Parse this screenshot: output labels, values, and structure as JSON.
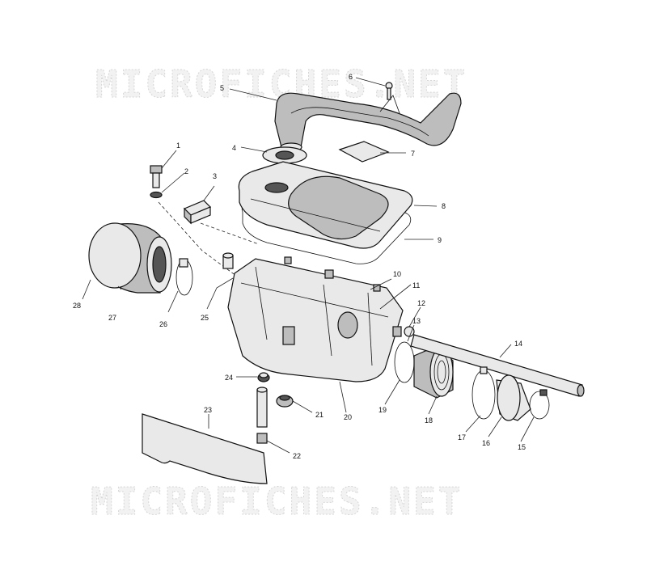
{
  "watermark": {
    "top": "MICROFICHES.NET",
    "bottom": "MICROFICHES.NET"
  },
  "callouts": [
    {
      "id": "c1",
      "text": "1"
    },
    {
      "id": "c2",
      "text": "2"
    },
    {
      "id": "c3",
      "text": "3"
    },
    {
      "id": "c4",
      "text": "4"
    },
    {
      "id": "c5",
      "text": "5"
    },
    {
      "id": "c6",
      "text": "6"
    },
    {
      "id": "c7",
      "text": "7"
    },
    {
      "id": "c8",
      "text": "8"
    },
    {
      "id": "c9",
      "text": "9"
    },
    {
      "id": "c10",
      "text": "10"
    },
    {
      "id": "c11",
      "text": "11"
    },
    {
      "id": "c12",
      "text": "12"
    },
    {
      "id": "c13",
      "text": "13"
    },
    {
      "id": "c14",
      "text": "14"
    },
    {
      "id": "c15",
      "text": "15"
    },
    {
      "id": "c16",
      "text": "16"
    },
    {
      "id": "c17",
      "text": "17"
    },
    {
      "id": "c18",
      "text": "18"
    },
    {
      "id": "c19",
      "text": "19"
    },
    {
      "id": "c20",
      "text": "20"
    },
    {
      "id": "c21",
      "text": "21"
    },
    {
      "id": "c22",
      "text": "22"
    },
    {
      "id": "c23",
      "text": "23"
    },
    {
      "id": "c24",
      "text": "24"
    },
    {
      "id": "c25",
      "text": "25"
    },
    {
      "id": "c26",
      "text": "26"
    },
    {
      "id": "c27",
      "text": "27"
    },
    {
      "id": "c28",
      "text": "28"
    }
  ]
}
